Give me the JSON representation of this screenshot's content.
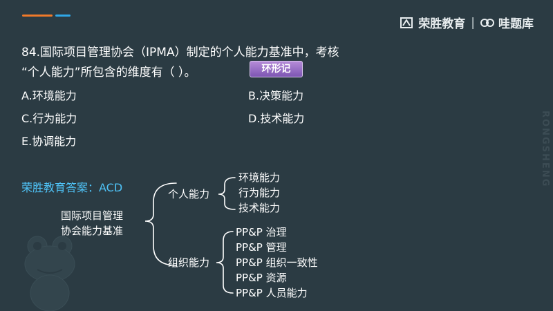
{
  "brand": {
    "name1": "荣胜教育",
    "sep": "|",
    "name2": "哇题库"
  },
  "question": {
    "line1": "84.国际项目管理协会（IPMA）制定的个人能力基准中，考核",
    "line2": "“个人能力”所包含的维度有（    ）。",
    "tag": "环形记"
  },
  "options": {
    "A": "A.环境能力",
    "B": "B.决策能力",
    "C": "C.行为能力",
    "D": "D.技术能力",
    "E": "E.协调能力"
  },
  "answer": "荣胜教育答案：ACD",
  "tree": {
    "root_line1": "国际项目管理",
    "root_line2": "协会能力基准",
    "branch1": {
      "label": "个人能力",
      "items": [
        "环境能力",
        "行为能力",
        "技术能力"
      ]
    },
    "branch2": {
      "label": "组织能力",
      "items": [
        "PP&P 治理",
        "PP&P 管理",
        "PP&P 组织一致性",
        "PP&P 资源",
        "PP&P 人员能力"
      ]
    }
  },
  "watermark": "RONGSHENG",
  "colors": {
    "background": "#2b3b43",
    "accent_orange": "#f07a2a",
    "accent_blue": "#2fa8e8",
    "answer": "#4fc3f7",
    "tag": "#8e63c2"
  }
}
